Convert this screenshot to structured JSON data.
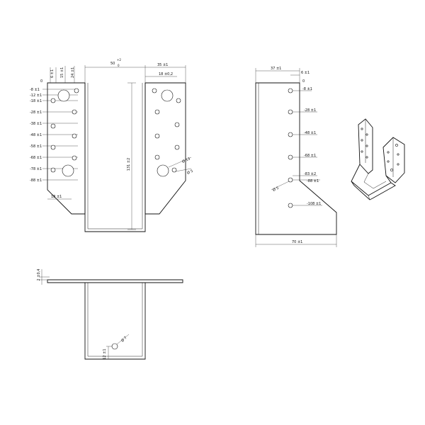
{
  "front_view": {
    "width_dim": "50",
    "width_tol_upper": "+2",
    "width_tol_lower": "0",
    "height_dim": "131 ±2",
    "flange_dim": "35 ±1",
    "offset_dim": "18 ±0,2",
    "bottom_offset_dim": "18 ±1",
    "top_x_dims": [
      "0",
      "6 ±1",
      "15 ±1",
      "24 ±1"
    ],
    "row_dims": [
      "0",
      "-8 ±1",
      "-12 ±1",
      "-18 ±1",
      "-28 ±1",
      "-38 ±1",
      "-48 ±1",
      "-58 ±1",
      "-68 ±1",
      "-78 ±1",
      "-88 ±1"
    ],
    "large_hole_dia": "Ø 13",
    "small_hole_dia": "Ø 5"
  },
  "side_view": {
    "top_dim": "37 ±1",
    "top_small_dim": "6 ±1",
    "zero": "0",
    "row_dims": [
      "-8 ±1",
      "-28 ±1",
      "-48 ±1",
      "-68 ±1",
      "-83 ±2",
      "-88 ±1",
      "-108 ±1"
    ],
    "hole_dia": "Ø 5",
    "width_dim": "70 ±1"
  },
  "top_view": {
    "thickness_dim": "2 ±0,4",
    "hole_dia": "Ø 7",
    "hole_offset_dim": "12 ±1"
  }
}
